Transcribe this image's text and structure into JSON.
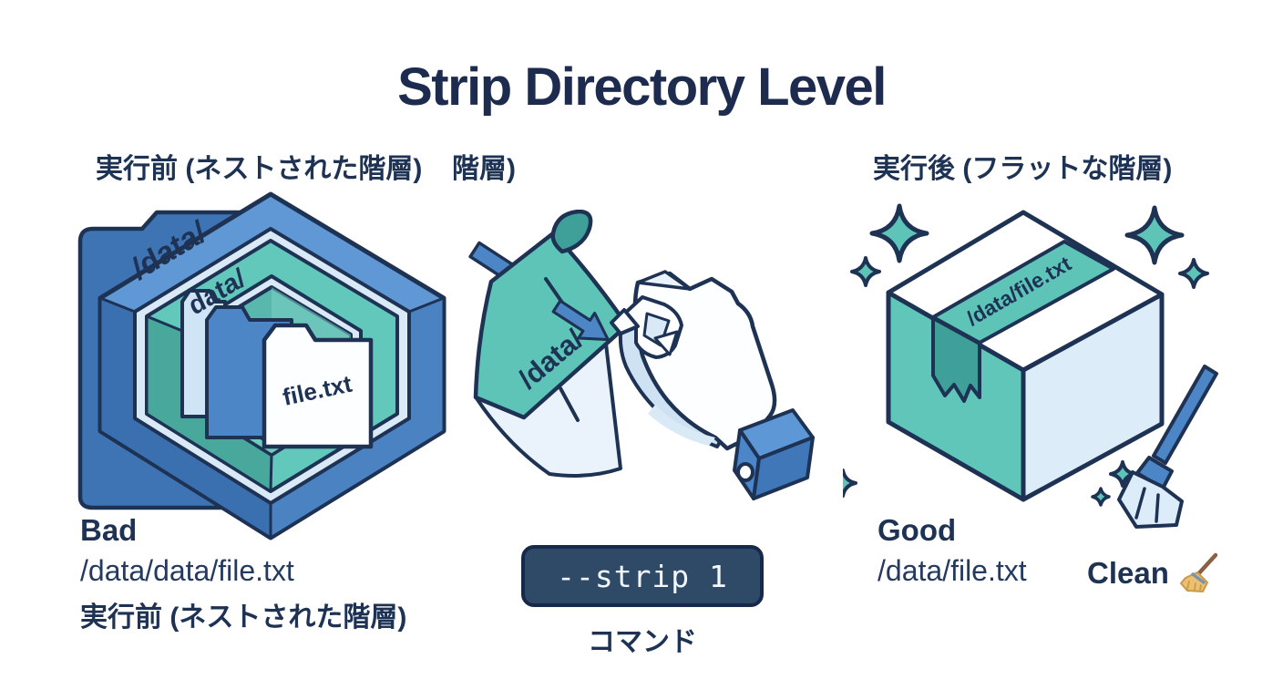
{
  "title": "Strip Directory Level",
  "before": {
    "heading": "実行前 (ネストされた階層)",
    "heading_artifact": "階層)",
    "outer_folder_label": "/data/",
    "inner_folder_label": "data/",
    "file_label": "file.txt",
    "verdict": "Bad",
    "path": "/data/data/file.txt",
    "caption": "実行前 (ネストされた階層)"
  },
  "command": {
    "sticker_label": "/data/",
    "code": "--strip 1",
    "caption": "コマンド"
  },
  "after": {
    "heading": "実行後 (フラットな階層)",
    "tape_label": "/data/file.txt",
    "verdict": "Good",
    "path": "/data/file.txt",
    "clean_label": "Clean",
    "clean_icon": "broom-icon"
  },
  "icons": {
    "peel_arrows": "arrow-down-right-icon",
    "sparkles": "sparkle-icon",
    "cleaning_broom": "broom-icon"
  },
  "colors": {
    "navy_outline": "#1e3254",
    "title_navy": "#1d2b4e",
    "blue": "#4d86c6",
    "blue_dark": "#3a6dad",
    "teal": "#5ec4b8",
    "teal_dark": "#3f9f99",
    "light_blue_trim": "#d9e9f6",
    "code_background": "#2e4a66",
    "page_background": "#ffffff"
  }
}
